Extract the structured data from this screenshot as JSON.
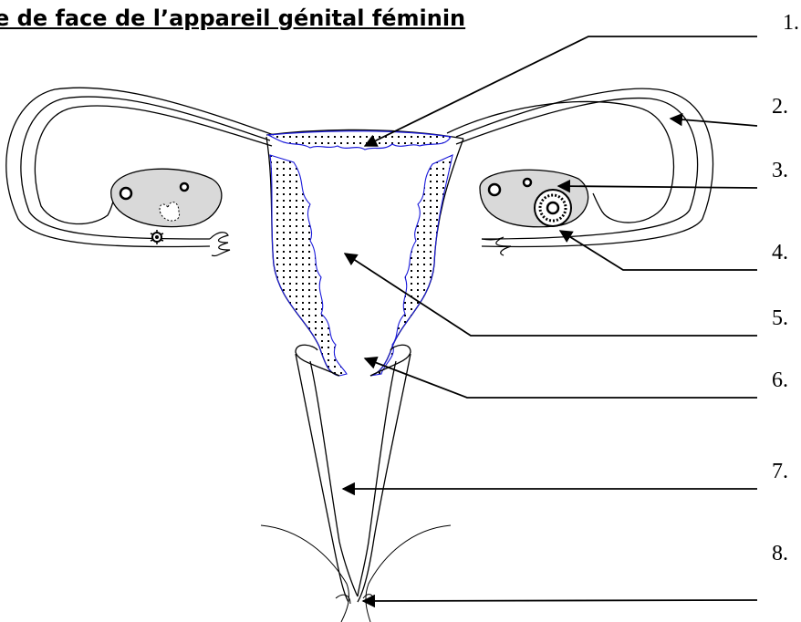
{
  "title": "e de face de l’appareil génital féminin",
  "labels": [
    "1.",
    "2.",
    "3.",
    "4.",
    "5.",
    "6.",
    "7.",
    "8."
  ],
  "colors": {
    "stroke": "#000000",
    "ovary_fill": "#d9d9d9",
    "lining_stroke": "#1a1adb",
    "background": "#ffffff"
  }
}
